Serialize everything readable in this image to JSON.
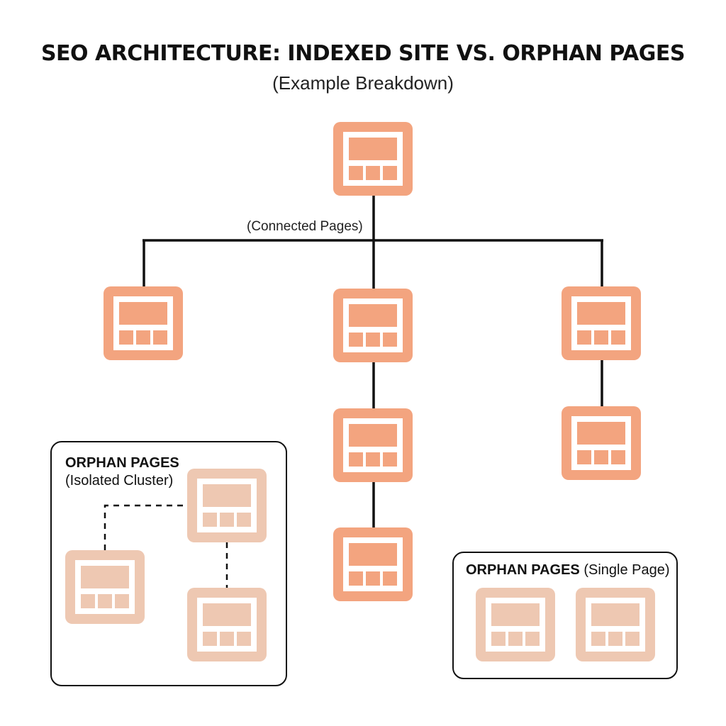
{
  "title": "SEO ARCHITECTURE: INDEXED SITE VS. ORPHAN PAGES",
  "subtitle": "(Example Breakdown)",
  "tree": {
    "label": "(Connected Pages)"
  },
  "orphan_cluster": {
    "title": "ORPHAN PAGES",
    "subtitle": "(Isolated Cluster)"
  },
  "orphan_single": {
    "title": "ORPHAN PAGES",
    "subtitle": "(Single Page)"
  },
  "colors": {
    "connected_page": "#f3a47f",
    "connected_page_inner": "#f3a47f",
    "orphan_page": "#eec8b2",
    "line": "#111111",
    "background": "#ffffff"
  },
  "icons": {
    "page": "webpage-icon"
  }
}
